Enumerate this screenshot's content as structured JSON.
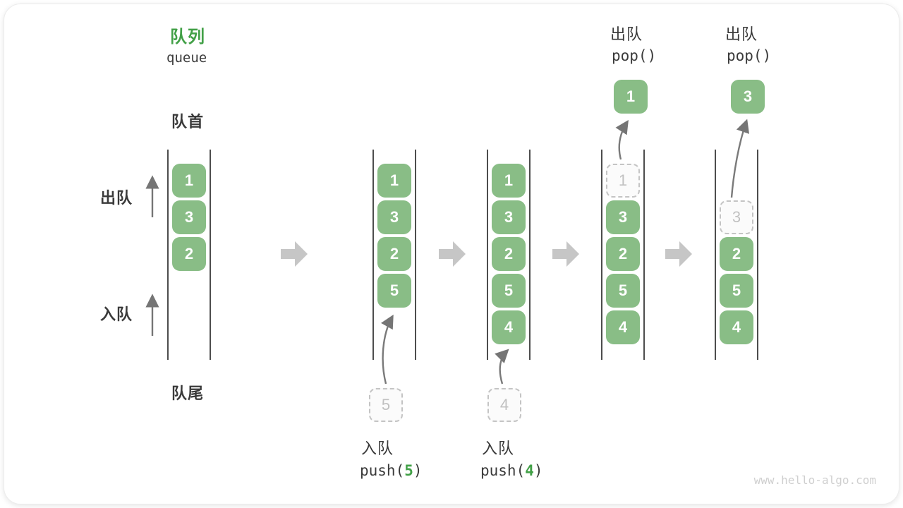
{
  "title": {
    "zh": "队列",
    "en": "queue"
  },
  "labels": {
    "front": "队首",
    "rear": "队尾",
    "dequeue": "出队",
    "enqueue": "入队"
  },
  "colors": {
    "box_green": "#89BD86",
    "accent_green": "#42A047",
    "block_arrow_gray": "#C6C6C6",
    "thin_arrow_gray": "#757575",
    "ghost_gray": "#C4C4C4",
    "text_dark": "#3A3A3A"
  },
  "watermark": "www.hello-algo.com",
  "states": [
    {
      "name": "initial",
      "items": [
        {
          "value": "1"
        },
        {
          "value": "3"
        },
        {
          "value": "2"
        }
      ]
    },
    {
      "name": "after-push-5",
      "items": [
        {
          "value": "1"
        },
        {
          "value": "3"
        },
        {
          "value": "2"
        },
        {
          "value": "5"
        }
      ],
      "incoming": {
        "value": "5"
      },
      "op": {
        "action": "入队",
        "fn_prefix": "push(",
        "fn_arg": "5",
        "fn_suffix": ")"
      }
    },
    {
      "name": "after-push-4",
      "items": [
        {
          "value": "1"
        },
        {
          "value": "3"
        },
        {
          "value": "2"
        },
        {
          "value": "5"
        },
        {
          "value": "4"
        }
      ],
      "incoming": {
        "value": "4"
      },
      "op": {
        "action": "入队",
        "fn_prefix": "push(",
        "fn_arg": "4",
        "fn_suffix": ")"
      }
    },
    {
      "name": "after-pop-1",
      "items": [
        {
          "value": "1",
          "ghost": true
        },
        {
          "value": "3"
        },
        {
          "value": "2"
        },
        {
          "value": "5"
        },
        {
          "value": "4"
        }
      ],
      "outgoing": {
        "value": "1"
      },
      "op": {
        "action": "出队",
        "fn_prefix": "pop(",
        "fn_arg": "",
        "fn_suffix": ")"
      }
    },
    {
      "name": "after-pop-3",
      "items": [
        {
          "value": "3",
          "ghost": true
        },
        {
          "value": "2"
        },
        {
          "value": "5"
        },
        {
          "value": "4"
        }
      ],
      "outgoing": {
        "value": "3"
      },
      "op": {
        "action": "出队",
        "fn_prefix": "pop(",
        "fn_arg": "",
        "fn_suffix": ")"
      }
    }
  ]
}
